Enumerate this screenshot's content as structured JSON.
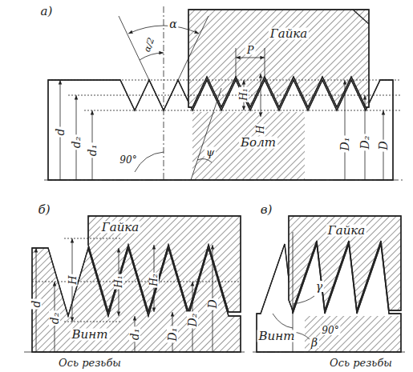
{
  "diagram": {
    "labels": [
      "а)",
      "α",
      "α/2",
      "Гайка",
      "P",
      "H₁",
      "H",
      "Болт",
      "d",
      "d₂",
      "d₁",
      "90°",
      "ψ",
      "D₁",
      "D₂",
      "D",
      "б)",
      "Гайка",
      "H",
      "H₁",
      "H₂",
      "d",
      "d₂",
      "Винт",
      "d₁",
      "D₁",
      "D₂",
      "D",
      "Ось резьбы",
      "в)",
      "Гайка",
      "Винт",
      "β",
      "γ",
      "90°",
      "Ось резьбы"
    ]
  }
}
